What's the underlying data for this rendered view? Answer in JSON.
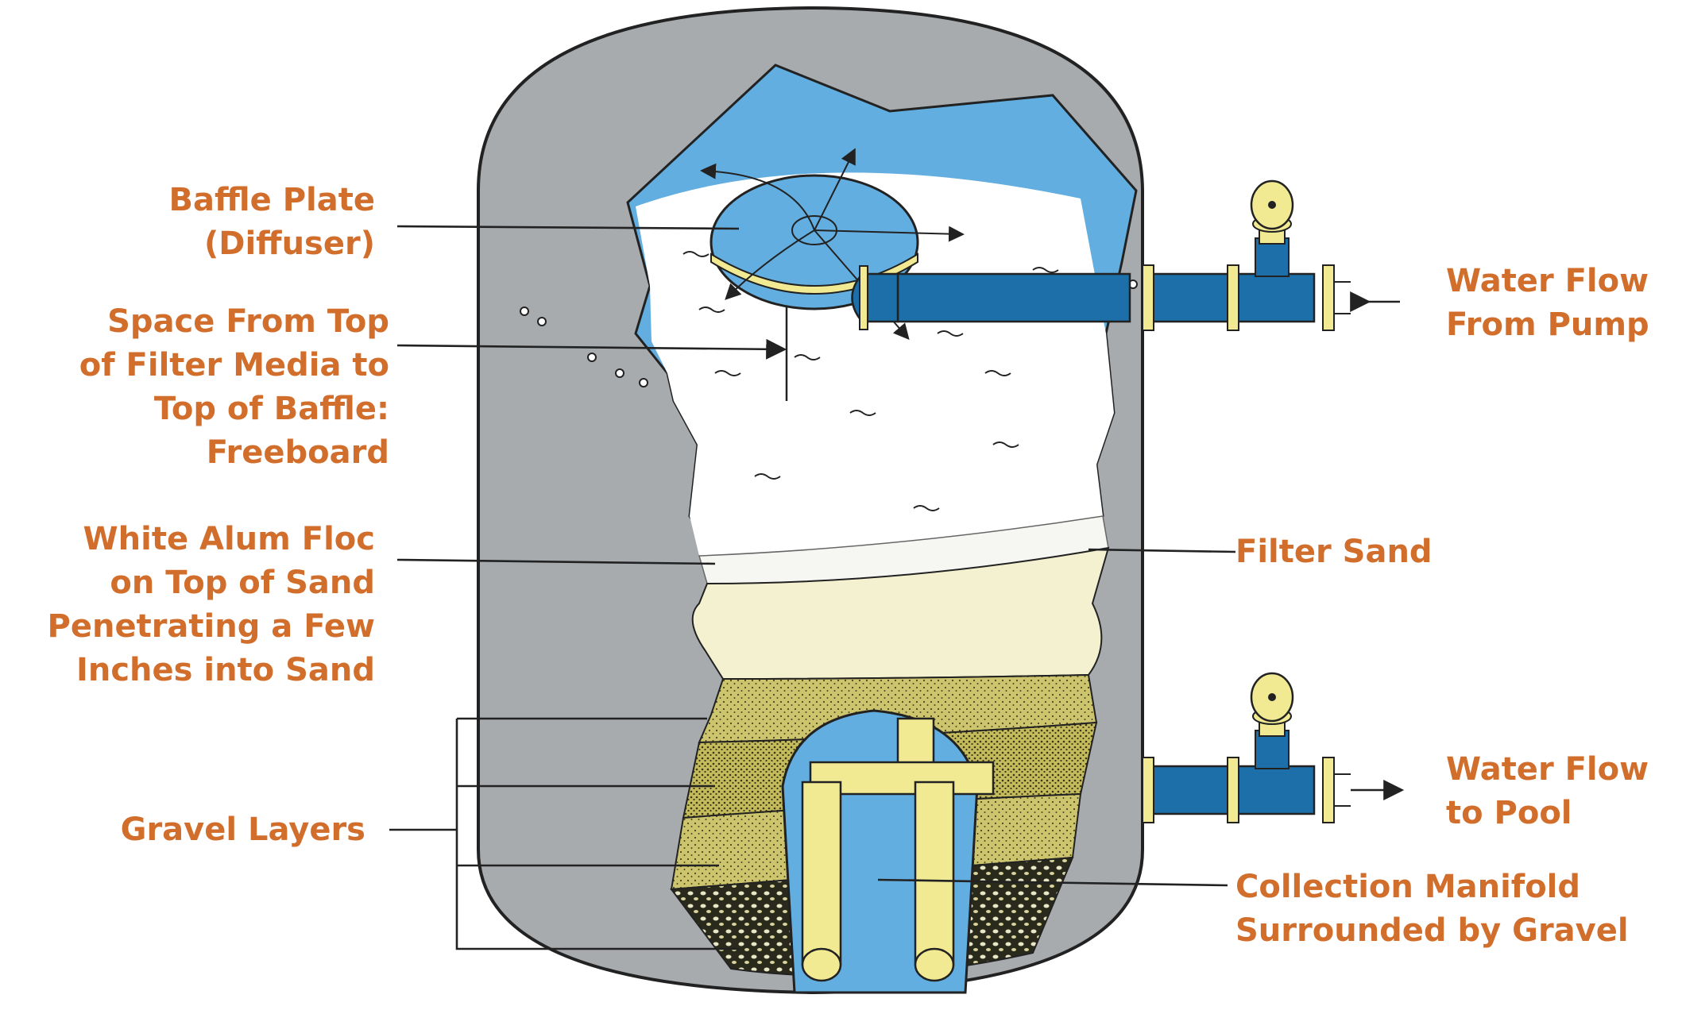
{
  "colors": {
    "label": "#d26e2c",
    "shell": "#a7abae",
    "water": "#62aee0",
    "pipe": "#1c6fa8",
    "fitting": "#f1ea93",
    "sand": "#f3f1cf",
    "gravel": "#c8c068",
    "line": "#222222"
  },
  "labels": {
    "baffle": [
      "Baffle Plate",
      "(Diffuser)"
    ],
    "freeboard": [
      "Space From Top",
      "of Filter Media to",
      "Top of Baffle:",
      "Freeboard"
    ],
    "floc": [
      "White Alum Floc",
      "on Top of Sand",
      "Penetrating a Few",
      "Inches into Sand"
    ],
    "gravel": [
      "Gravel Layers"
    ],
    "inflow": [
      "Water Flow",
      "From Pump"
    ],
    "sand": [
      "Filter Sand"
    ],
    "outflow": [
      "Water Flow",
      "to Pool"
    ],
    "manifold": [
      "Collection Manifold",
      "Surrounded by Gravel"
    ]
  },
  "icons": [
    "baffle-plate-icon",
    "valve-icon",
    "arrow-icon",
    "manifold-icon"
  ]
}
